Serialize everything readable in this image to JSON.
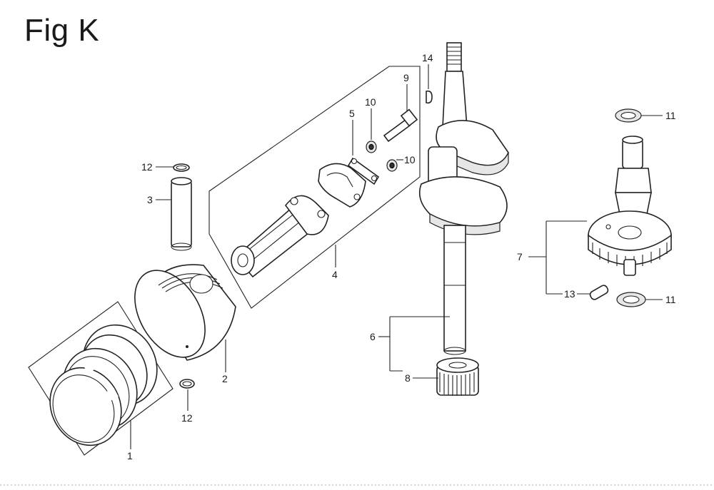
{
  "title": "Fig K",
  "callouts": {
    "c1": "1",
    "c2": "2",
    "c3": "3",
    "c4": "4",
    "c5": "5",
    "c6": "6",
    "c7": "7",
    "c8": "8",
    "c9": "9",
    "c10a": "10",
    "c10b": "10",
    "c11a": "11",
    "c11b": "11",
    "c12a": "12",
    "c12b": "12",
    "c13": "13",
    "c14": "14"
  }
}
